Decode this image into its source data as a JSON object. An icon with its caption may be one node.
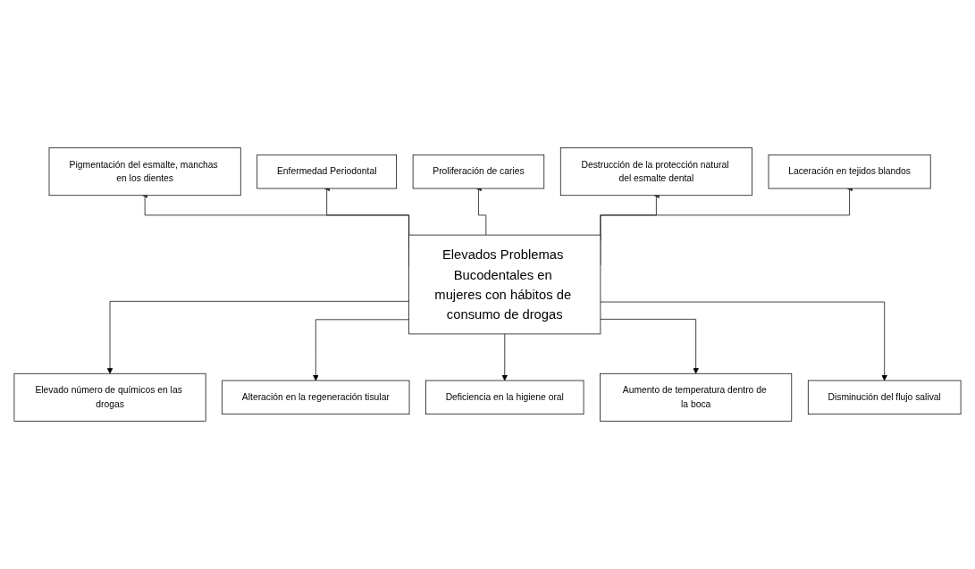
{
  "diagram": {
    "nodes": [
      {
        "text": [
          "Pigmentación del esmalte, manchas en los dientes"
        ]
      },
      {
        "text": [
          "Enfermedad Periodontal"
        ]
      },
      {
        "text": [
          "Proliferación de caries"
        ]
      },
      {
        "text": [
          "Destrucción de la protección natural del esmalte dental"
        ]
      },
      {
        "text": [
          "Laceración en tejidos blandos"
        ]
      },
      {
        "text": [
          "Elevados Problemas Bucodentales en mujeres con hábitos de consumo de drogas"
        ]
      },
      {
        "text": [
          "Elevado número de químicos en las drogas"
        ]
      },
      {
        "text": [
          "Alteración en la regeneración tisular"
        ]
      },
      {
        "text": [
          "Deficiencia en la higiene oral"
        ]
      },
      {
        "text": [
          "Aumento de temperatura dentro de la boca"
        ]
      },
      {
        "text": [
          "Disminución del flujo salival"
        ]
      }
    ],
    "edges": [
      {
        "from": 5,
        "to": 0,
        "arrow": "to"
      },
      {
        "from": 5,
        "to": 1,
        "arrow": "to"
      },
      {
        "from": 5,
        "to": 2,
        "arrow": "to"
      },
      {
        "from": 5,
        "to": 3,
        "arrow": "to"
      },
      {
        "from": 5,
        "to": 4,
        "arrow": "to"
      },
      {
        "from": 5,
        "to": 6,
        "arrow": "to"
      },
      {
        "from": 5,
        "to": 7,
        "arrow": "to"
      },
      {
        "from": 5,
        "to": 8,
        "arrow": "to"
      },
      {
        "from": 5,
        "to": 9,
        "arrow": "to"
      },
      {
        "from": 5,
        "to": 10,
        "arrow": "to"
      }
    ]
  }
}
